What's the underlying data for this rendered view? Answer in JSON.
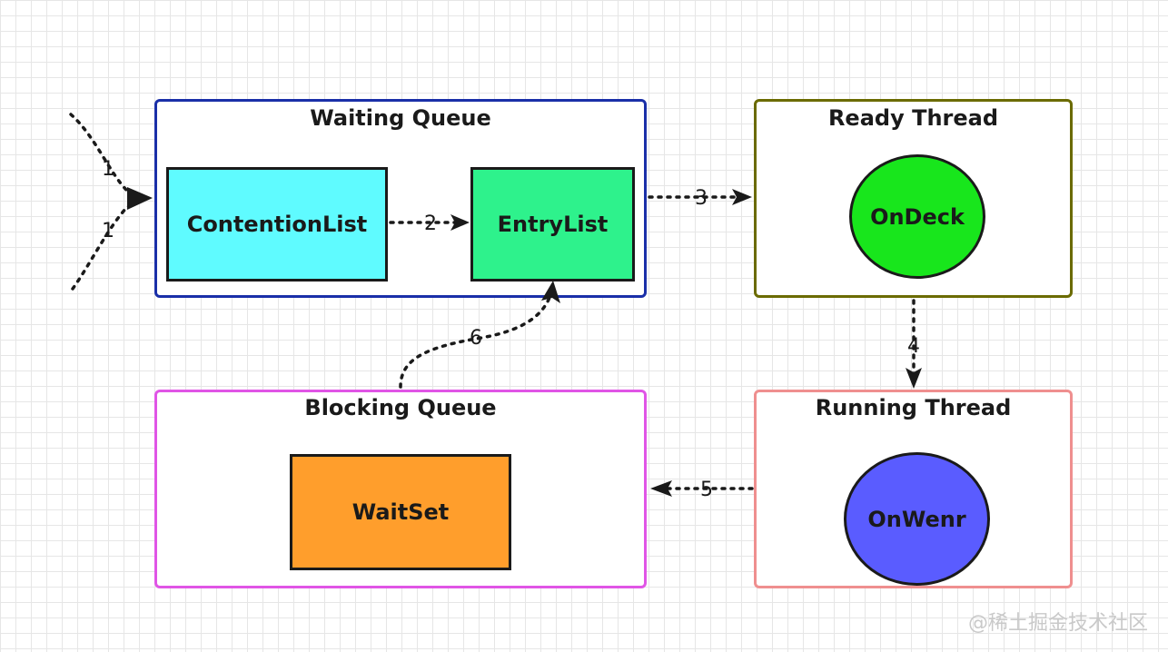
{
  "groups": {
    "waiting_queue": {
      "title": "Waiting Queue",
      "border": "#1a2fa8"
    },
    "ready_thread": {
      "title": "Ready Thread",
      "border": "#6b6b00"
    },
    "blocking_queue": {
      "title": "Blocking Queue",
      "border": "#e055e6"
    },
    "running_thread": {
      "title": "Running Thread",
      "border": "#ef8f8f"
    }
  },
  "nodes": {
    "contention_list": {
      "label": "ContentionList",
      "fill": "#5ffbff"
    },
    "entry_list": {
      "label": "EntryList",
      "fill": "#2ef28c"
    },
    "on_deck": {
      "label": "OnDeck",
      "fill": "#18e61c"
    },
    "wait_set": {
      "label": "WaitSet",
      "fill": "#ff9e2c"
    },
    "on_wenr": {
      "label": "OnWenr",
      "fill": "#5a5cff"
    }
  },
  "edges": {
    "incoming_top": "1",
    "incoming_bottom": "1",
    "contention_to_entry": "2",
    "entry_to_ondeck": "3",
    "ondeck_to_onwenr": "4",
    "onwenr_to_waitset": "5",
    "waitset_to_entry": "6"
  },
  "watermark": "@稀土掘金技术社区"
}
